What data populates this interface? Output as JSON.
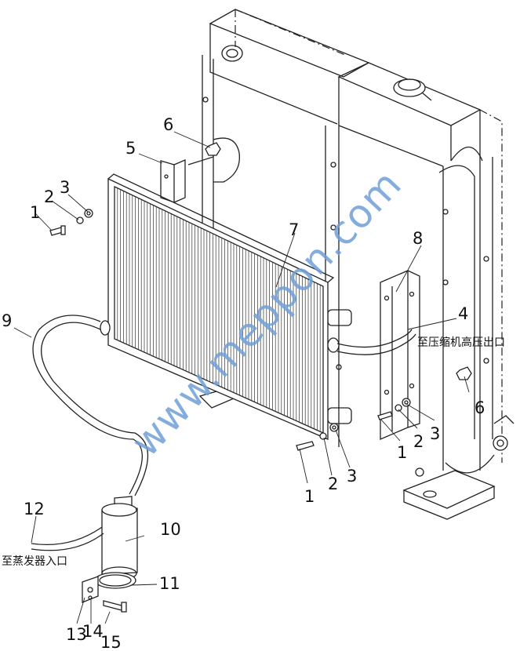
{
  "callouts": {
    "n1a": "1",
    "n2a": "2",
    "n3a": "3",
    "n4": "4",
    "n5": "5",
    "n6a": "6",
    "n6b": "6",
    "n7": "7",
    "n8": "8",
    "n9": "9",
    "n1b": "1",
    "n2b": "2",
    "n3b": "3",
    "n1c": "1",
    "n2c": "2",
    "n3c": "3",
    "n10": "10",
    "n11": "11",
    "n12": "12",
    "n13": "13",
    "n14": "14",
    "n15": "15"
  },
  "labels": {
    "compressor_outlet": "至压缩机高压出口",
    "evaporator_inlet": "至蒸发器入口"
  },
  "watermark": "www.meppon.com"
}
